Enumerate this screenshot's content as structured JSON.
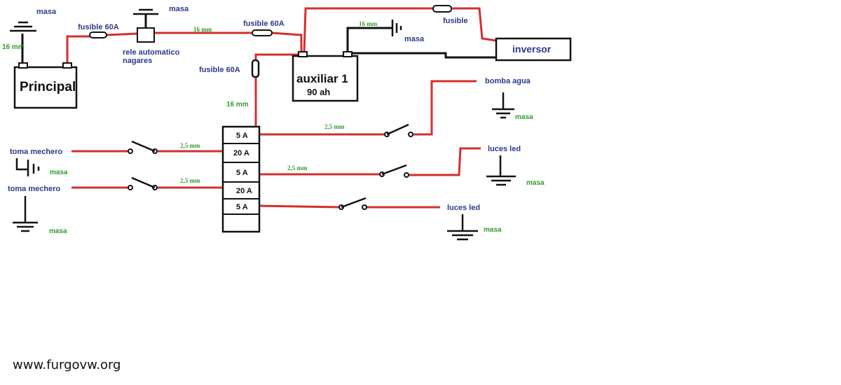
{
  "batteries": {
    "principal": "Principal",
    "auxiliar": "auxiliar 1",
    "auxiliar_capacity": "90 ah",
    "inversor": "inversor"
  },
  "labels": {
    "masa": "masa",
    "fusible_60a": "fusible 60A",
    "fusible": "fusible",
    "rele_line1": "rele automatico",
    "rele_line2": "nagares",
    "wire_16mm": "16 mm",
    "wire_2_5mm": "2,5 mm",
    "toma_mechero": "toma mechero",
    "bomba_agua": "bomba agua",
    "luces_led": "luces led"
  },
  "fuse_box": {
    "slots": [
      "5 A",
      "20 A",
      "5 A",
      "20 A",
      "5 A",
      ""
    ]
  },
  "watermark": "www.furgovw.org",
  "colors": {
    "wire_positive": "#d32f2f",
    "wire_negative": "#111111",
    "label_blue": "#2b3a8c",
    "label_green": "#2e9c2e"
  }
}
